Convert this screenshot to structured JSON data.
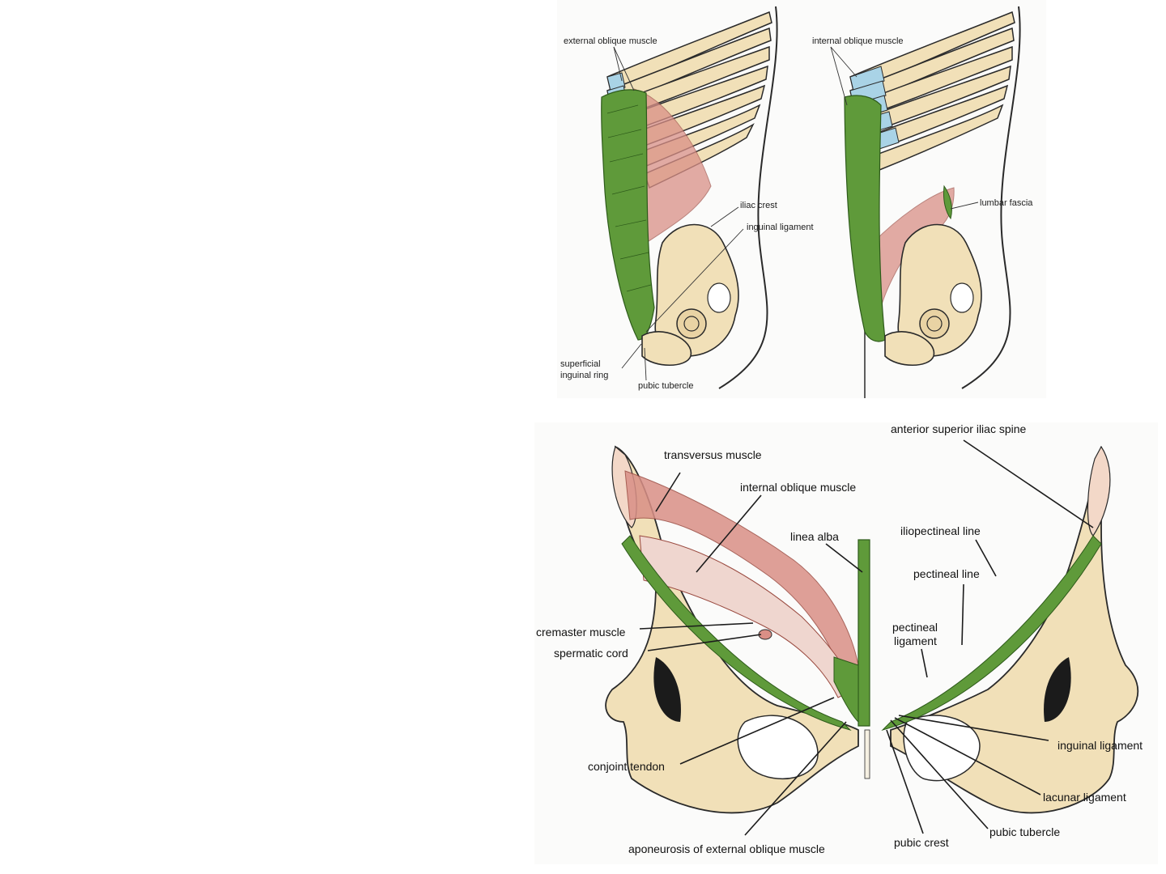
{
  "figure_top": {
    "left_view": {
      "external_oblique": "external oblique muscle",
      "iliac_crest": "iliac crest",
      "inguinal_ligament": "inguinal ligament",
      "superficial_ring_1": "superficial",
      "superficial_ring_2": "inguinal ring",
      "pubic_tubercle": "pubic tubercle"
    },
    "right_view": {
      "internal_oblique": "internal oblique muscle",
      "lumbar_fascia": "lumbar fascia"
    }
  },
  "figure_bottom": {
    "anterior_superior_iliac_spine": "anterior superior iliac spine",
    "transversus_muscle": "transversus muscle",
    "internal_oblique_muscle": "internal oblique muscle",
    "linea_alba": "linea alba",
    "iliopectineal_line": "iliopectineal line",
    "pectineal_line": "pectineal line",
    "pectineal_ligament_1": "pectineal",
    "pectineal_ligament_2": "ligament",
    "cremaster_muscle": "cremaster muscle",
    "spermatic_cord": "spermatic cord",
    "conjoint_tendon": "conjoint tendon",
    "inguinal_ligament": "inguinal ligament",
    "lacunar_ligament": "lacunar ligament",
    "pubic_tubercle": "pubic tubercle",
    "pubic_crest": "pubic crest",
    "aponeurosis": "aponeurosis of external oblique muscle"
  },
  "colors": {
    "muscle_green": "#5f9a3a",
    "muscle_red": "#d98f86",
    "bone": "#f1e0b8",
    "rib_blue": "#a9d3e6",
    "outline": "#2a2a2a"
  }
}
